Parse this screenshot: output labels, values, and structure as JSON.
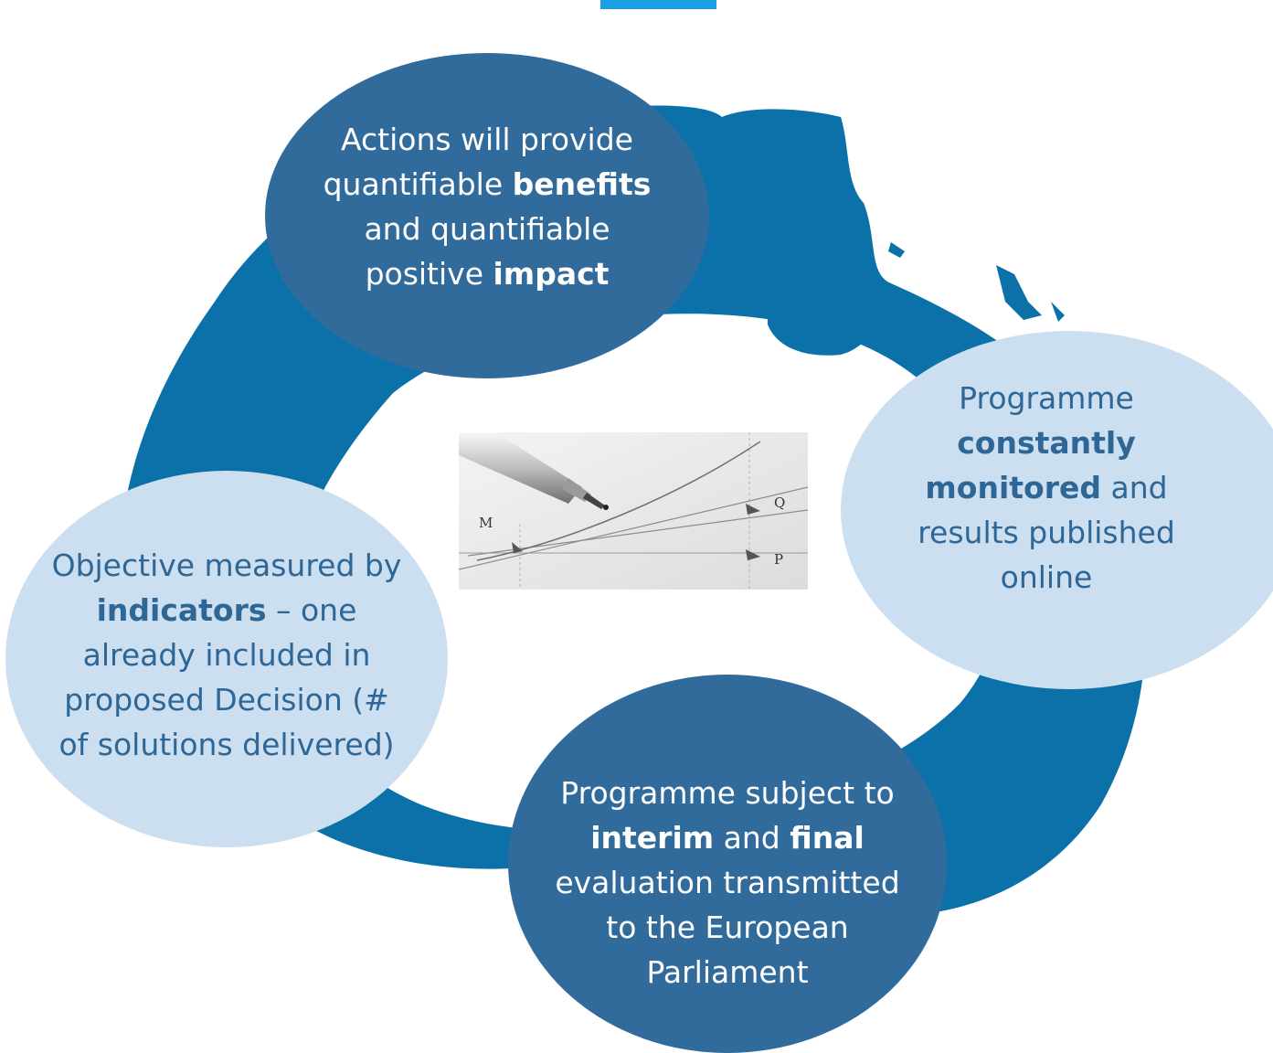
{
  "diagram": {
    "nodes": [
      {
        "id": "top",
        "style": "dark",
        "parts": [
          {
            "text": "Actions will provide quantifiable ",
            "bold": false
          },
          {
            "text": "benefits",
            "bold": true
          },
          {
            "text": " and quantifiable positive ",
            "bold": false
          },
          {
            "text": "impact",
            "bold": true
          }
        ]
      },
      {
        "id": "right",
        "style": "light",
        "parts": [
          {
            "text": "Programme ",
            "bold": false
          },
          {
            "text": "constantly monitored",
            "bold": true
          },
          {
            "text": " and results published online",
            "bold": false
          }
        ]
      },
      {
        "id": "bottom",
        "style": "dark",
        "parts": [
          {
            "text": "Programme subject to ",
            "bold": false
          },
          {
            "text": "interim",
            "bold": true
          },
          {
            "text": " and ",
            "bold": false
          },
          {
            "text": "final",
            "bold": true
          },
          {
            "text": " evaluation transmitted to the European Parliament",
            "bold": false
          }
        ]
      },
      {
        "id": "left",
        "style": "light",
        "parts": [
          {
            "text": "Objective measured by ",
            "bold": false
          },
          {
            "text": "indicators",
            "bold": true
          },
          {
            "text": " – one already included in proposed Decision (# of solutions delivered)",
            "bold": false
          }
        ]
      }
    ],
    "center_image": {
      "labels": [
        "M",
        "Q",
        "P"
      ]
    }
  },
  "colors": {
    "ring": "#0b71a8",
    "dark_bubble": "#306b9c",
    "light_bubble": "#cbdff0",
    "light_text": "#2e6696",
    "accent": "#1ba1e2"
  },
  "icons": {
    "center_image": "pen-on-graph-image"
  }
}
